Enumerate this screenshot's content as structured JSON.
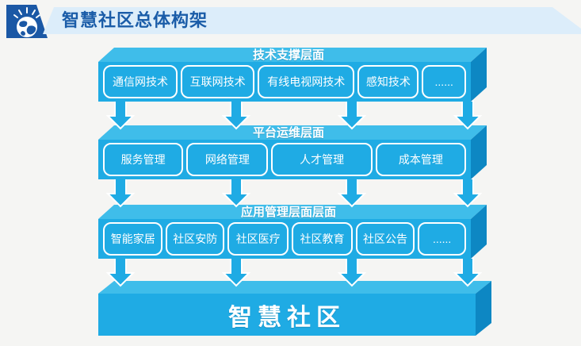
{
  "header": {
    "title": "智慧社区总体构架",
    "logo_icon": "globe-with-rays"
  },
  "layers": [
    {
      "title": "技术支撑层面",
      "boxes": [
        "通信网技术",
        "互联网技术",
        "有线电视网技术",
        "感知技术",
        "......"
      ]
    },
    {
      "title": "平台运维层面",
      "boxes": [
        "服务管理",
        "网络管理",
        "人才管理",
        "成本管理"
      ]
    },
    {
      "title": "应用管理层面层面",
      "boxes": [
        "智能家居",
        "社区安防",
        "社区医疗",
        "社区教育",
        "社区公告",
        "......"
      ]
    }
  ],
  "base": {
    "title": "智慧社区"
  },
  "colors": {
    "background": "#F5F5F3",
    "bar_front": "#1FABE4",
    "bar_top": "#3FBDEA",
    "bar_side": "#0D87C3",
    "banner_bg": "#DCEDFA",
    "header_blue": "#1A5CA8",
    "logo_tile_blue": "#1B58A5",
    "text_white": "#FFFFFF"
  }
}
